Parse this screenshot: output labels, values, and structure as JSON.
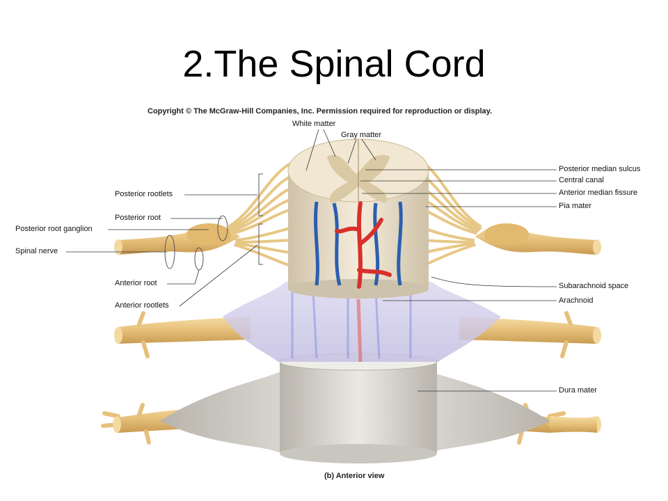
{
  "title": "2.The Spinal Cord",
  "copyright": "Copyright © The McGraw-Hill Companies, Inc. Permission required for reproduction or display.",
  "caption": "(b) Anterior view",
  "labels": {
    "white_matter": "White matter",
    "gray_matter": "Gray matter",
    "posterior_median_sulcus": "Posterior median sulcus",
    "central_canal": "Central canal",
    "anterior_median_fissure": "Anterior median fissure",
    "pia_mater": "Pia mater",
    "posterior_rootlets": "Posterior rootlets",
    "posterior_root": "Posterior root",
    "posterior_root_ganglion": "Posterior root ganglion",
    "spinal_nerve": "Spinal nerve",
    "anterior_root": "Anterior root",
    "anterior_rootlets": "Anterior rootlets",
    "subarachnoid_space": "Subarachnoid space",
    "arachnoid": "Arachnoid",
    "dura_mater": "Dura mater"
  },
  "colors": {
    "nerve": "#e6c07a",
    "cord": "#efe4cc",
    "gray_matter": "#d9c9a4",
    "artery": "#d8302a",
    "vein": "#2a5fb0",
    "arachnoid": "#c9c4e6",
    "dura": "#d8d6d0"
  }
}
